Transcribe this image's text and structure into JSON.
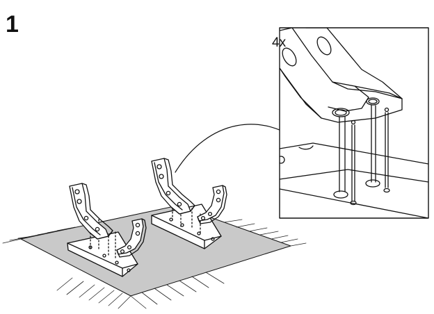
{
  "step": {
    "number": "1"
  },
  "detail": {
    "quantity": "4x"
  },
  "colors": {
    "ink": "#111111",
    "rug": "#c9c9c9",
    "paper": "#ffffff"
  },
  "icons": {
    "rug": "rug-illustration",
    "beam": "base-beam-illustration",
    "bracket": "angle-bracket-illustration",
    "callout": "magnified-detail-callout"
  }
}
